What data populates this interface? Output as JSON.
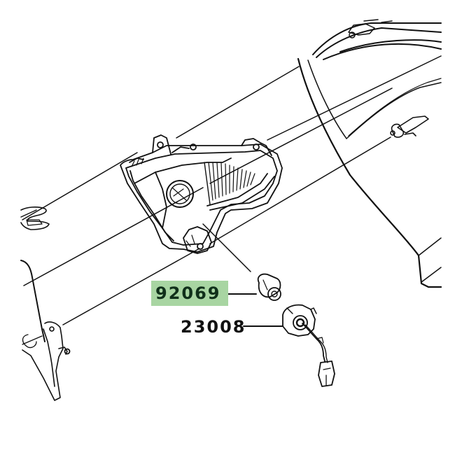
{
  "diagram": {
    "type": "exploded-parts-view",
    "subject": "rear turn signal / tail light assembly",
    "highlight_color": "#a8d5a2",
    "line_color": "#111111",
    "background_color": "#ffffff"
  },
  "callouts": [
    {
      "part_number": "92069",
      "highlighted": true,
      "points_to": "bulb"
    },
    {
      "part_number": "23008",
      "highlighted": false,
      "points_to": "bulb-socket-with-wire"
    }
  ],
  "parts": [
    {
      "name": "rear-cowl-body"
    },
    {
      "name": "tail-light-housing"
    },
    {
      "name": "bulb"
    },
    {
      "name": "bulb-socket-with-wire"
    },
    {
      "name": "connector"
    },
    {
      "name": "rear-mount-bracket"
    },
    {
      "name": "side-clip"
    }
  ]
}
